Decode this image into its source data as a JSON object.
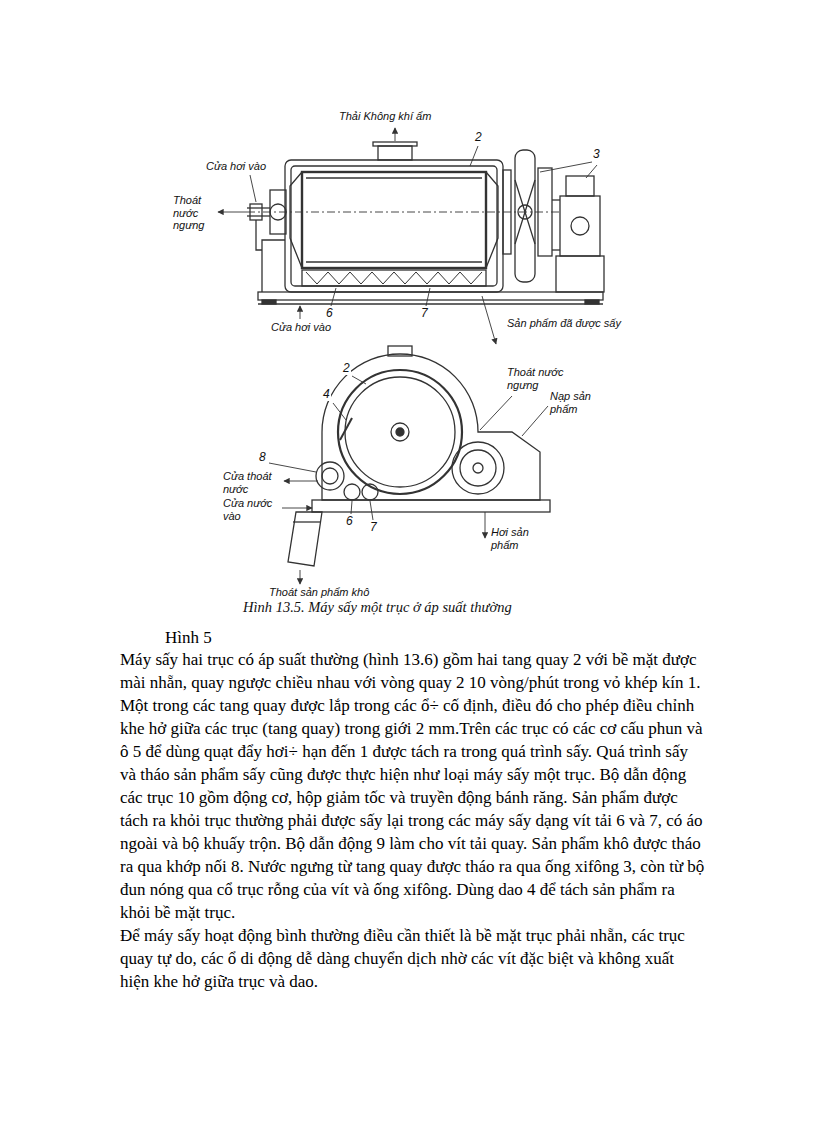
{
  "diagram": {
    "caption": "Hình 13.5. Máy sấy một trục ở áp suất thường",
    "labels": [
      "Thải Không khí ẩm",
      "2",
      "Cửa hơi vào",
      "Thoát nước ngưng",
      "3",
      "Cửa hơi vào",
      "6",
      "7",
      "Sản phẩm đã được sấy",
      "2",
      "Thoát nước ngưng",
      "Nạp sản phẩm",
      "4",
      "8",
      "Cửa thoát nước",
      "Cửa nước vào",
      "6",
      "7",
      "Hơi sản phẩm",
      "Thoát sản phẩm khô",
      "Hình 5",
      "Máy sấy hai trục có áp suất thường (hình 13.6) gồm hai tang quay 2 với bề mặt được mài nhẵn, quay ngược chiều nhau với vòng quay 2  10 vòng/phút trong vỏ khép kín 1. Một trong các tang quay được lắp trong các ổ÷ cố định, điều đó cho phép điều chỉnh khe hở giữa các trục (tang quay) trong giới  2 mm.Trên các trục có các cơ cấu phun và ô 5 để dùng quạt đẩy hơi÷ hạn đến 1  được tách ra trong quá trình sấy. Quá trình sấy và tháo sản phẩm sấy cũng được thực hiện như loại máy sấy một trục. Bộ dẫn động các trục 10 gồm động cơ, hộp giảm tốc và truyền động bánh răng. Sản phẩm được tách ra khỏi trục thường phải được sấy lại trong các máy sấy dạng vít tải 6 và 7, có áo ngoài và bộ khuấy trộn. Bộ dẫn động 9 làm cho vít tải quay. Sản phẩm khô được tháo ra qua khớp nối 8. Nước ngưng từ tang quay được tháo ra qua ống xifông 3, còn từ bộ đun nóng qua cổ trục rỗng của vít và ống xifông. Dùng dao 4 để tách sản phẩm ra khỏi bề mặt trục.",
      "Để máy sấy hoạt động bình thường điều cần thiết là bề mặt trục phải nhẵn, các trục quay tự do, các ổ di động dễ dàng chuyển dịch nhờ các vít đặc biệt và không xuất hiện khe hở giữa trục và dao."
    ]
  }
}
